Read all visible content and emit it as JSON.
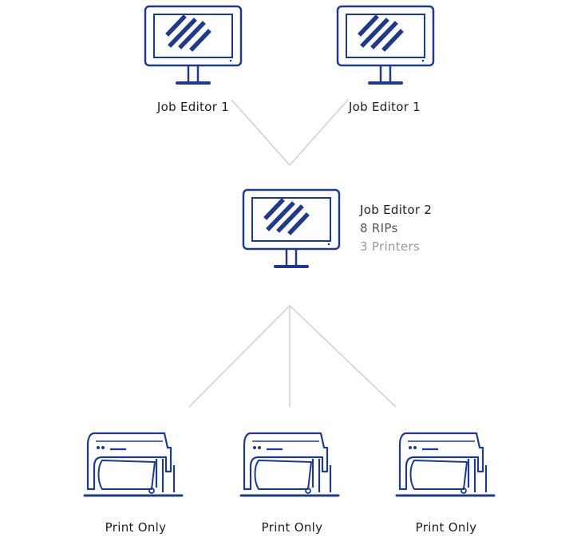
{
  "colors": {
    "icon_stroke": "#1f3a8a",
    "connector": "#cfcfcf",
    "primary_text": "#1d1d1f",
    "rip_text": "#555555",
    "printers_text": "#9a9a9a"
  },
  "nodes": {
    "editor_top_left": {
      "icon": "monitor-icon",
      "label": "Job Editor 1"
    },
    "editor_top_right": {
      "icon": "monitor-icon",
      "label": "Job Editor 1"
    },
    "editor_center": {
      "icon": "monitor-icon",
      "title": "Job Editor 2",
      "rips": "8 RIPs",
      "printers": "3 Printers"
    },
    "printers": [
      {
        "icon": "printer-icon",
        "label": "Print Only"
      },
      {
        "icon": "printer-icon",
        "label": "Print Only"
      },
      {
        "icon": "printer-icon",
        "label": "Print Only"
      }
    ]
  }
}
